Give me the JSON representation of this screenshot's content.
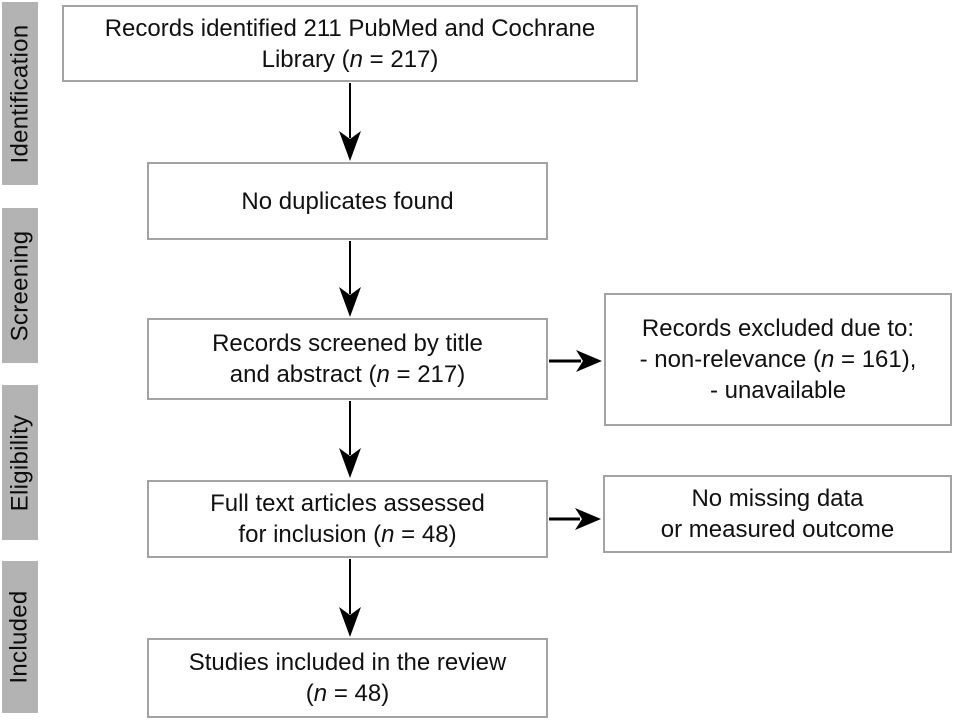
{
  "sidebar": {
    "items": [
      {
        "label": "Identification"
      },
      {
        "label": "Screening"
      },
      {
        "label": "Eligibility"
      },
      {
        "label": "Included"
      }
    ]
  },
  "boxes": {
    "identified": {
      "line1": "Records identified 211 PubMed and Cochrane",
      "line2_pre": "Library (",
      "n": "n",
      "line2_post": " = 217)"
    },
    "duplicates": {
      "line1": "No duplicates found"
    },
    "screened": {
      "line1": "Records screened by title",
      "line2_pre": "and abstract (",
      "n": "n",
      "line2_post": " = 217)"
    },
    "excluded": {
      "line1": "Records excluded due to:",
      "line2_pre": "- non-relevance (",
      "n": "n",
      "line2_post": " = 161),",
      "line3": "- unavailable"
    },
    "fulltext": {
      "line1": "Full text articles assessed",
      "line2_pre": "for inclusion (",
      "n": "n",
      "line2_post": " = 48)"
    },
    "no_missing": {
      "line1": "No missing data",
      "line2": "or measured outcome"
    },
    "included": {
      "line1": "Studies included in the review",
      "line2_pre": "(",
      "n": "n",
      "line2_post": " = 48)"
    }
  },
  "colors": {
    "stagebg": "#b3b3b3",
    "boxborder": "#a3a3a3",
    "arrow": "#000000",
    "text": "#111111",
    "bg": "#ffffff"
  }
}
